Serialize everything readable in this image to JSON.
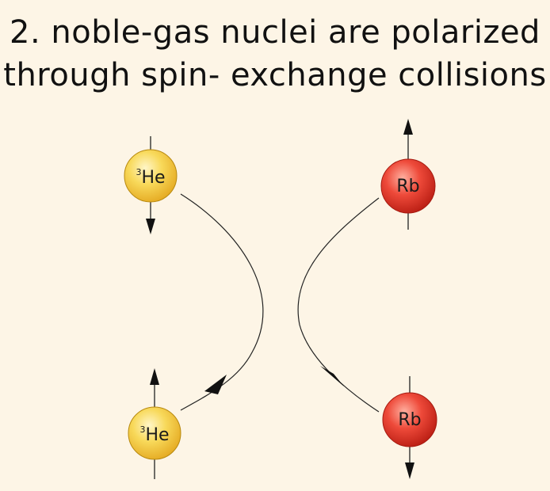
{
  "title": {
    "line1": "2. noble-gas nuclei are polarized",
    "line2": "through spin- exchange collisions"
  },
  "atoms": {
    "he_before": {
      "superscript": "3",
      "label": "He"
    },
    "rb_before": {
      "label": "Rb"
    },
    "he_after": {
      "superscript": "3",
      "label": "He"
    },
    "rb_after": {
      "label": "Rb"
    }
  },
  "colors": {
    "background": "#fdf5e6",
    "helium": "#f5cf4a",
    "rubidium": "#e53a2e",
    "line": "#222222"
  }
}
